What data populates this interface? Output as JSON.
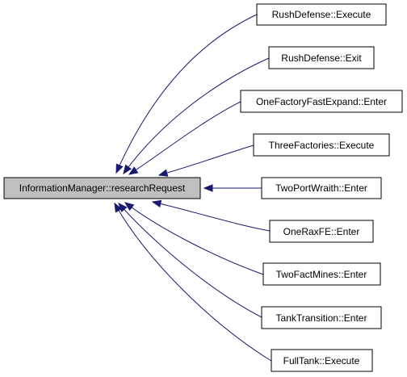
{
  "graph": {
    "type": "caller-graph",
    "focus_node": {
      "id": "focus",
      "label": "InformationManager::researchRequest"
    },
    "caller_nodes": [
      {
        "id": "c0",
        "label": "RushDefense::Execute"
      },
      {
        "id": "c1",
        "label": "RushDefense::Exit"
      },
      {
        "id": "c2",
        "label": "OneFactoryFastExpand::Enter"
      },
      {
        "id": "c3",
        "label": "ThreeFactories::Execute"
      },
      {
        "id": "c4",
        "label": "TwoPortWraith::Enter"
      },
      {
        "id": "c5",
        "label": "OneRaxFE::Enter"
      },
      {
        "id": "c6",
        "label": "TwoFactMines::Enter"
      },
      {
        "id": "c7",
        "label": "TankTransition::Enter"
      },
      {
        "id": "c8",
        "label": "FullTank::Execute"
      }
    ],
    "edges": [
      {
        "from": "c0",
        "to": "focus"
      },
      {
        "from": "c1",
        "to": "focus"
      },
      {
        "from": "c2",
        "to": "focus"
      },
      {
        "from": "c3",
        "to": "focus"
      },
      {
        "from": "c4",
        "to": "focus"
      },
      {
        "from": "c5",
        "to": "focus"
      },
      {
        "from": "c6",
        "to": "focus"
      },
      {
        "from": "c7",
        "to": "focus"
      },
      {
        "from": "c8",
        "to": "focus"
      }
    ],
    "colors": {
      "edge": "#191970",
      "focus_fill": "#bfbfbf",
      "node_fill": "#ffffff",
      "border": "#000000"
    }
  }
}
